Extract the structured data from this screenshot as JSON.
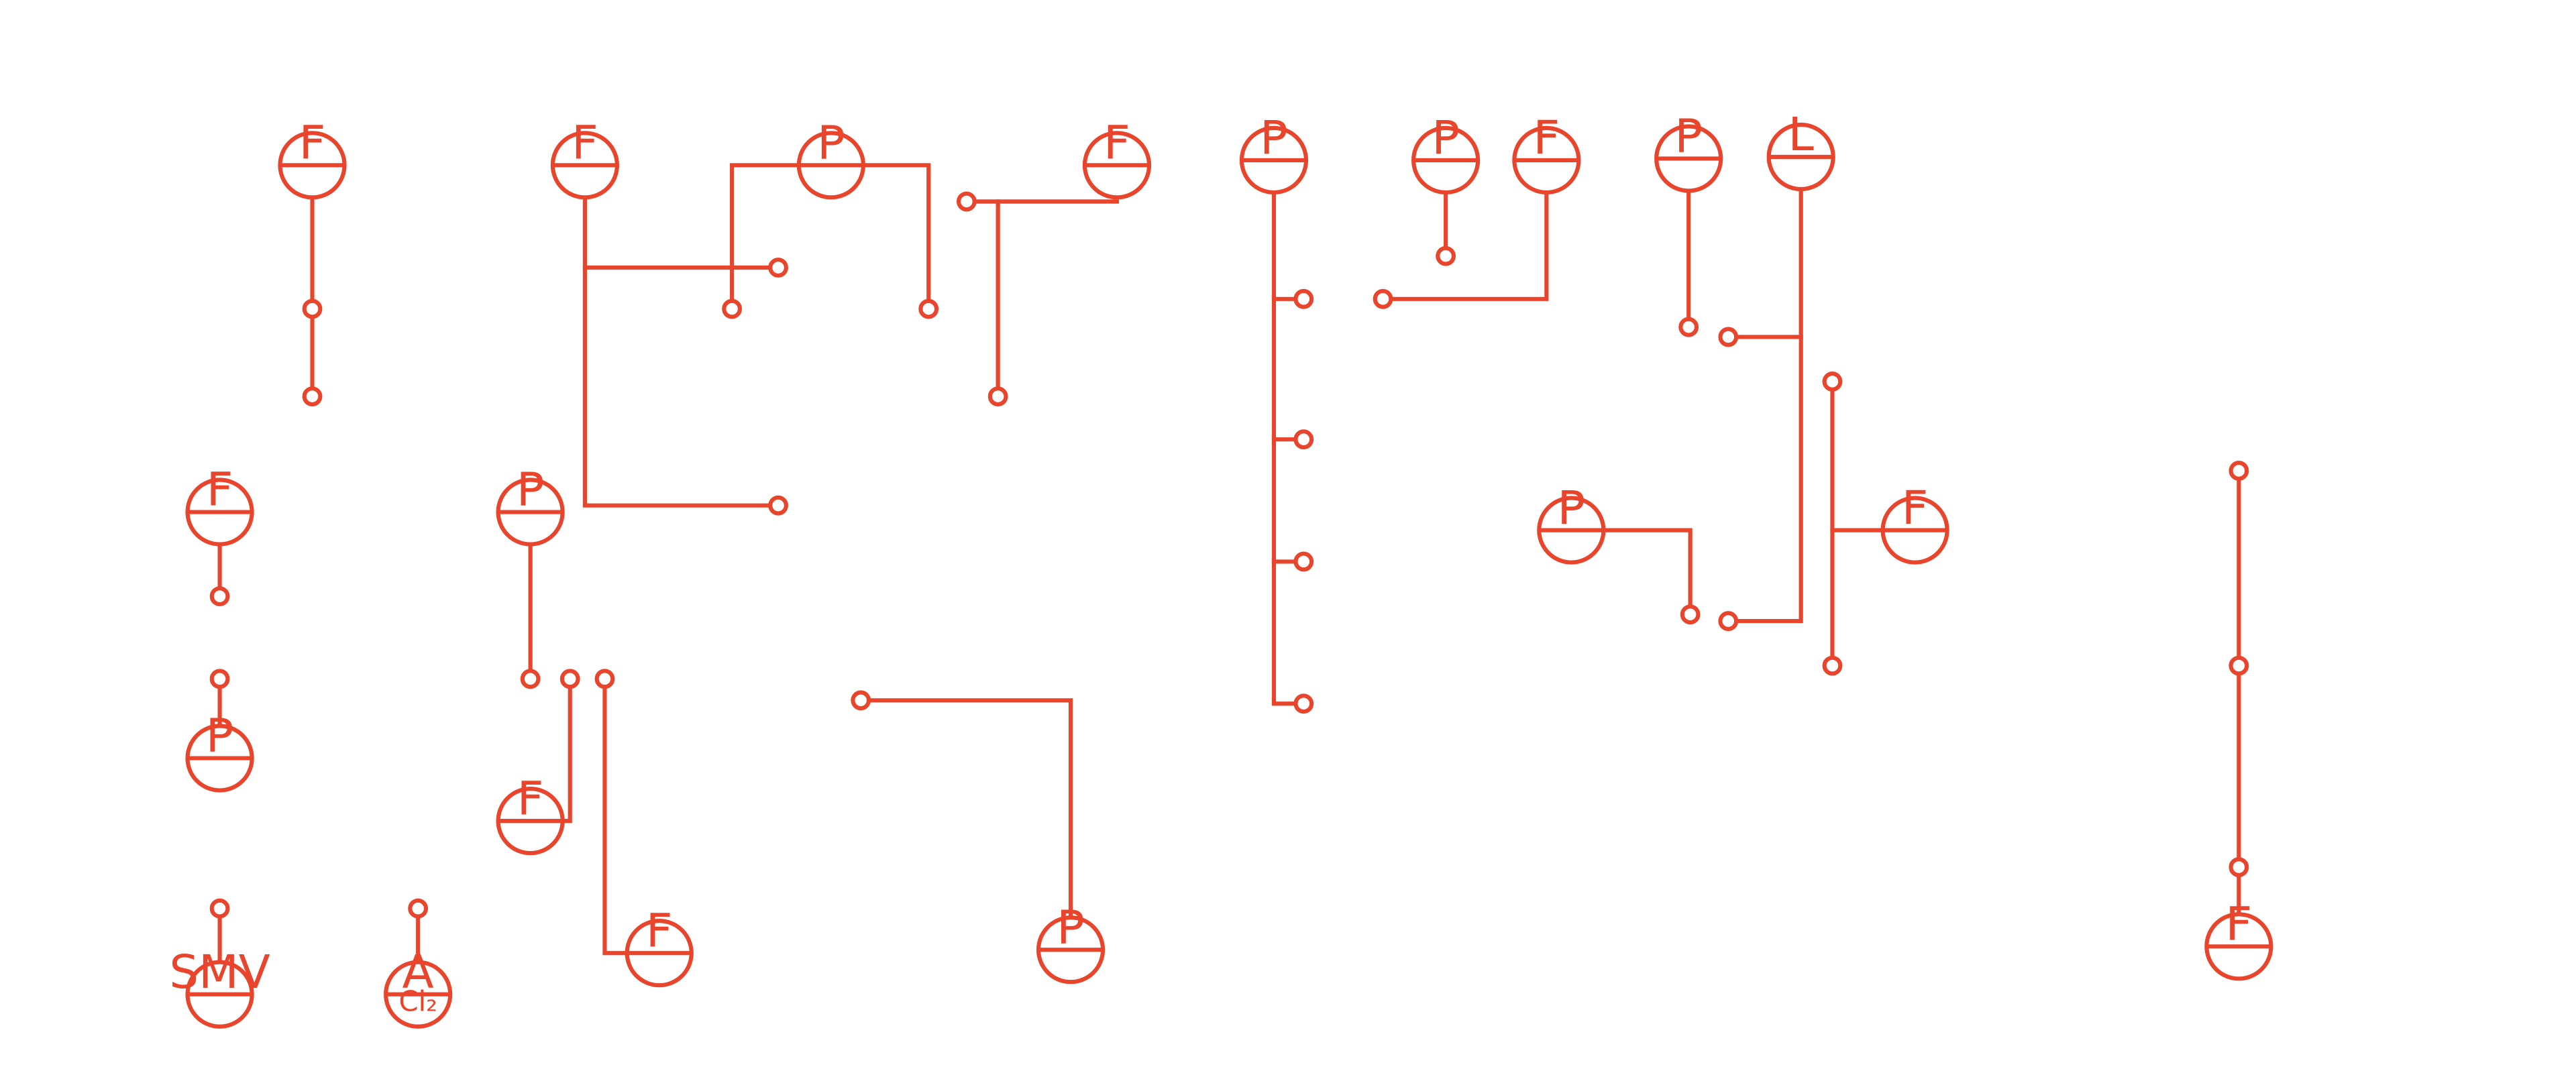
{
  "diagram": {
    "stroke_color": "#e8452c",
    "instruments": [
      {
        "tag": "F"
      },
      {
        "tag": "F"
      },
      {
        "tag": "P"
      },
      {
        "tag": "F"
      },
      {
        "tag": "P"
      },
      {
        "tag": "P"
      },
      {
        "tag": "F"
      },
      {
        "tag": "P"
      },
      {
        "tag": "L"
      },
      {
        "tag": "F"
      },
      {
        "tag": "P"
      },
      {
        "tag": "P"
      },
      {
        "tag": "F"
      },
      {
        "tag": "P"
      },
      {
        "tag": "F"
      },
      {
        "tag": "F"
      },
      {
        "tag": "P"
      },
      {
        "tag": "F"
      },
      {
        "tag": "SMV"
      },
      {
        "tag": "A",
        "sub": "Cl₂"
      }
    ]
  }
}
